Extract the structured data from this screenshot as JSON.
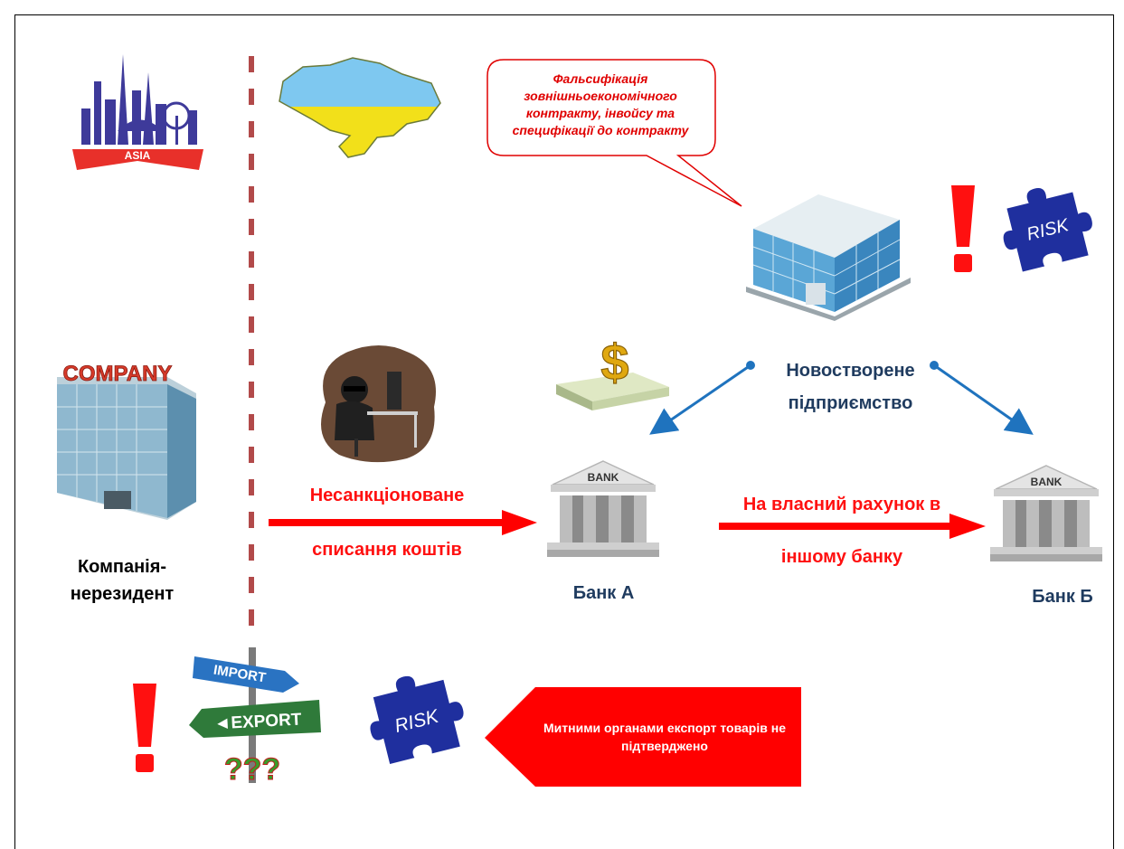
{
  "callout": {
    "text": "Фальсифікація зовнішньоекономічного контракту, інвойсу та специфікації до контракту"
  },
  "labels": {
    "company": "Компанія-нерезидент",
    "new_enterprise": "Новостворене підприємство",
    "bank_a": "Банк А",
    "bank_b": "Банк Б",
    "transfer_1_line1": "Несанкціоноване",
    "transfer_1_line2": "списання коштів",
    "transfer_2_line1": "На власний рахунок в",
    "transfer_2_line2": "іншому банку",
    "customs_banner": "Митними органами експорт товарів не підтверджено"
  },
  "images": {
    "asia_banner": "ASIA",
    "company_sign": "COMPANY",
    "bank_sign": "BANK",
    "risk_word": "RISK",
    "import_sign": "IMPORT",
    "export_sign": "◄EXPORT",
    "dollar_symbol": "$",
    "exclamation": "!",
    "question_marks": "???"
  },
  "colors": {
    "red": "#ff0000",
    "navy_text": "#1f3b5f",
    "arrow_blue": "#1f73be",
    "divider": "#b24a4a",
    "puzzle_blue": "#1f2f9e"
  }
}
